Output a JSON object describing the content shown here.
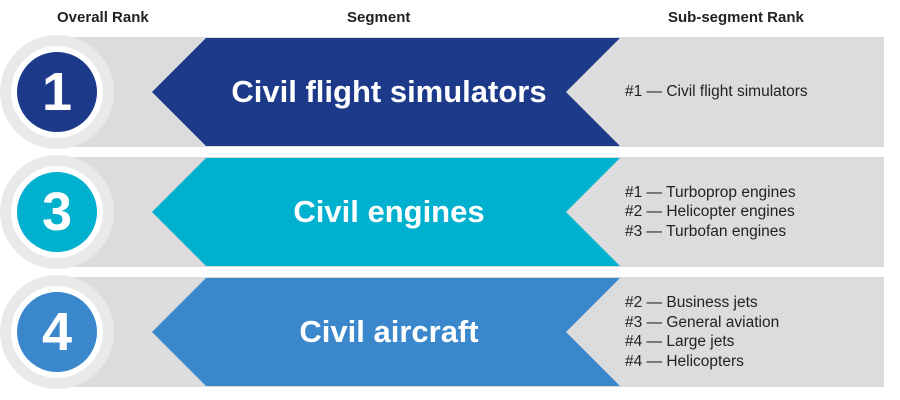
{
  "headers": {
    "overall_rank": "Overall Rank",
    "segment": "Segment",
    "sub_segment_rank": "Sub-segment Rank"
  },
  "colors": {
    "band_background": "#dcdcdc",
    "row1": "#1d3a8a",
    "row2": "#00b0cf",
    "row3": "#3a87cc"
  },
  "rows": [
    {
      "rank": "1",
      "segment": "Civil flight simulators",
      "color": "#1d3a8a",
      "sub_ranks": [
        "#1 — Civil flight simulators"
      ]
    },
    {
      "rank": "3",
      "segment": "Civil engines",
      "color": "#00b0cf",
      "sub_ranks": [
        "#1 — Turboprop engines",
        "#2 — Helicopter engines",
        "#3 — Turbofan engines"
      ]
    },
    {
      "rank": "4",
      "segment": "Civil aircraft",
      "color": "#3a87cc",
      "sub_ranks": [
        "#2 — Business jets",
        "#3 — General aviation",
        "#4 — Large jets",
        "#4 — Helicopters"
      ]
    }
  ]
}
